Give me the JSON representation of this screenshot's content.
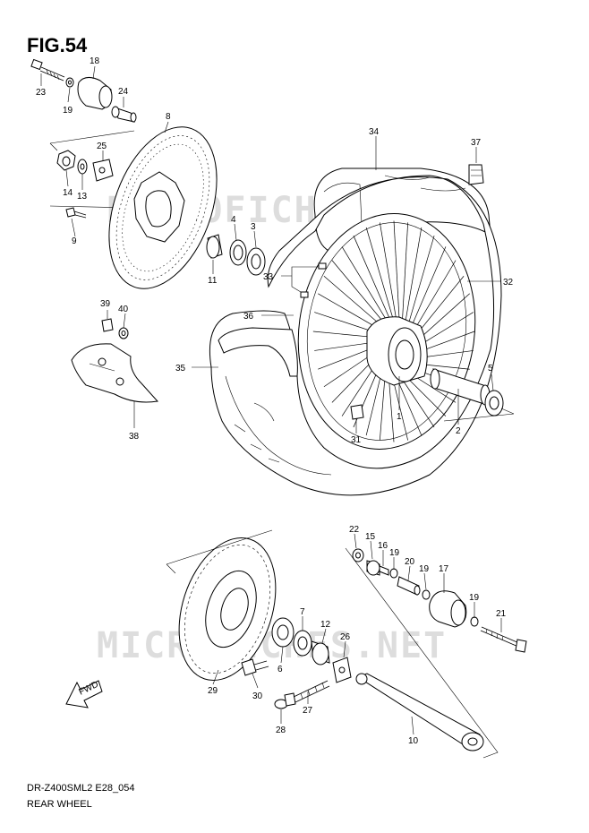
{
  "figure": {
    "title": "FIG.54",
    "model_code": "DR-Z400SML2 E28_054",
    "name": "REAR WHEEL"
  },
  "watermark": "MICROFICHES.NET",
  "icons": {
    "forward_arrow": "fwd-arrow-icon",
    "forward_label": "FWD"
  },
  "callouts": [
    {
      "id": "1",
      "label": "1"
    },
    {
      "id": "2",
      "label": "2"
    },
    {
      "id": "3",
      "label": "3"
    },
    {
      "id": "4",
      "label": "4"
    },
    {
      "id": "5",
      "label": "5"
    },
    {
      "id": "6",
      "label": "6"
    },
    {
      "id": "7",
      "label": "7"
    },
    {
      "id": "8",
      "label": "8"
    },
    {
      "id": "9",
      "label": "9"
    },
    {
      "id": "10",
      "label": "10"
    },
    {
      "id": "11",
      "label": "11"
    },
    {
      "id": "12",
      "label": "12"
    },
    {
      "id": "13",
      "label": "13"
    },
    {
      "id": "14",
      "label": "14"
    },
    {
      "id": "15",
      "label": "15"
    },
    {
      "id": "16",
      "label": "16"
    },
    {
      "id": "17",
      "label": "17"
    },
    {
      "id": "18",
      "label": "18"
    },
    {
      "id": "19a",
      "label": "19"
    },
    {
      "id": "19b",
      "label": "19"
    },
    {
      "id": "19c",
      "label": "19"
    },
    {
      "id": "19d",
      "label": "19"
    },
    {
      "id": "20",
      "label": "20"
    },
    {
      "id": "21",
      "label": "21"
    },
    {
      "id": "22",
      "label": "22"
    },
    {
      "id": "23",
      "label": "23"
    },
    {
      "id": "24",
      "label": "24"
    },
    {
      "id": "25",
      "label": "25"
    },
    {
      "id": "26",
      "label": "26"
    },
    {
      "id": "27",
      "label": "27"
    },
    {
      "id": "28",
      "label": "28"
    },
    {
      "id": "29",
      "label": "29"
    },
    {
      "id": "30",
      "label": "30"
    },
    {
      "id": "31",
      "label": "31"
    },
    {
      "id": "32",
      "label": "32"
    },
    {
      "id": "33",
      "label": "33"
    },
    {
      "id": "34",
      "label": "34"
    },
    {
      "id": "35",
      "label": "35"
    },
    {
      "id": "36",
      "label": "36"
    },
    {
      "id": "37",
      "label": "37"
    },
    {
      "id": "38",
      "label": "38"
    },
    {
      "id": "39",
      "label": "39"
    },
    {
      "id": "40",
      "label": "40"
    }
  ]
}
